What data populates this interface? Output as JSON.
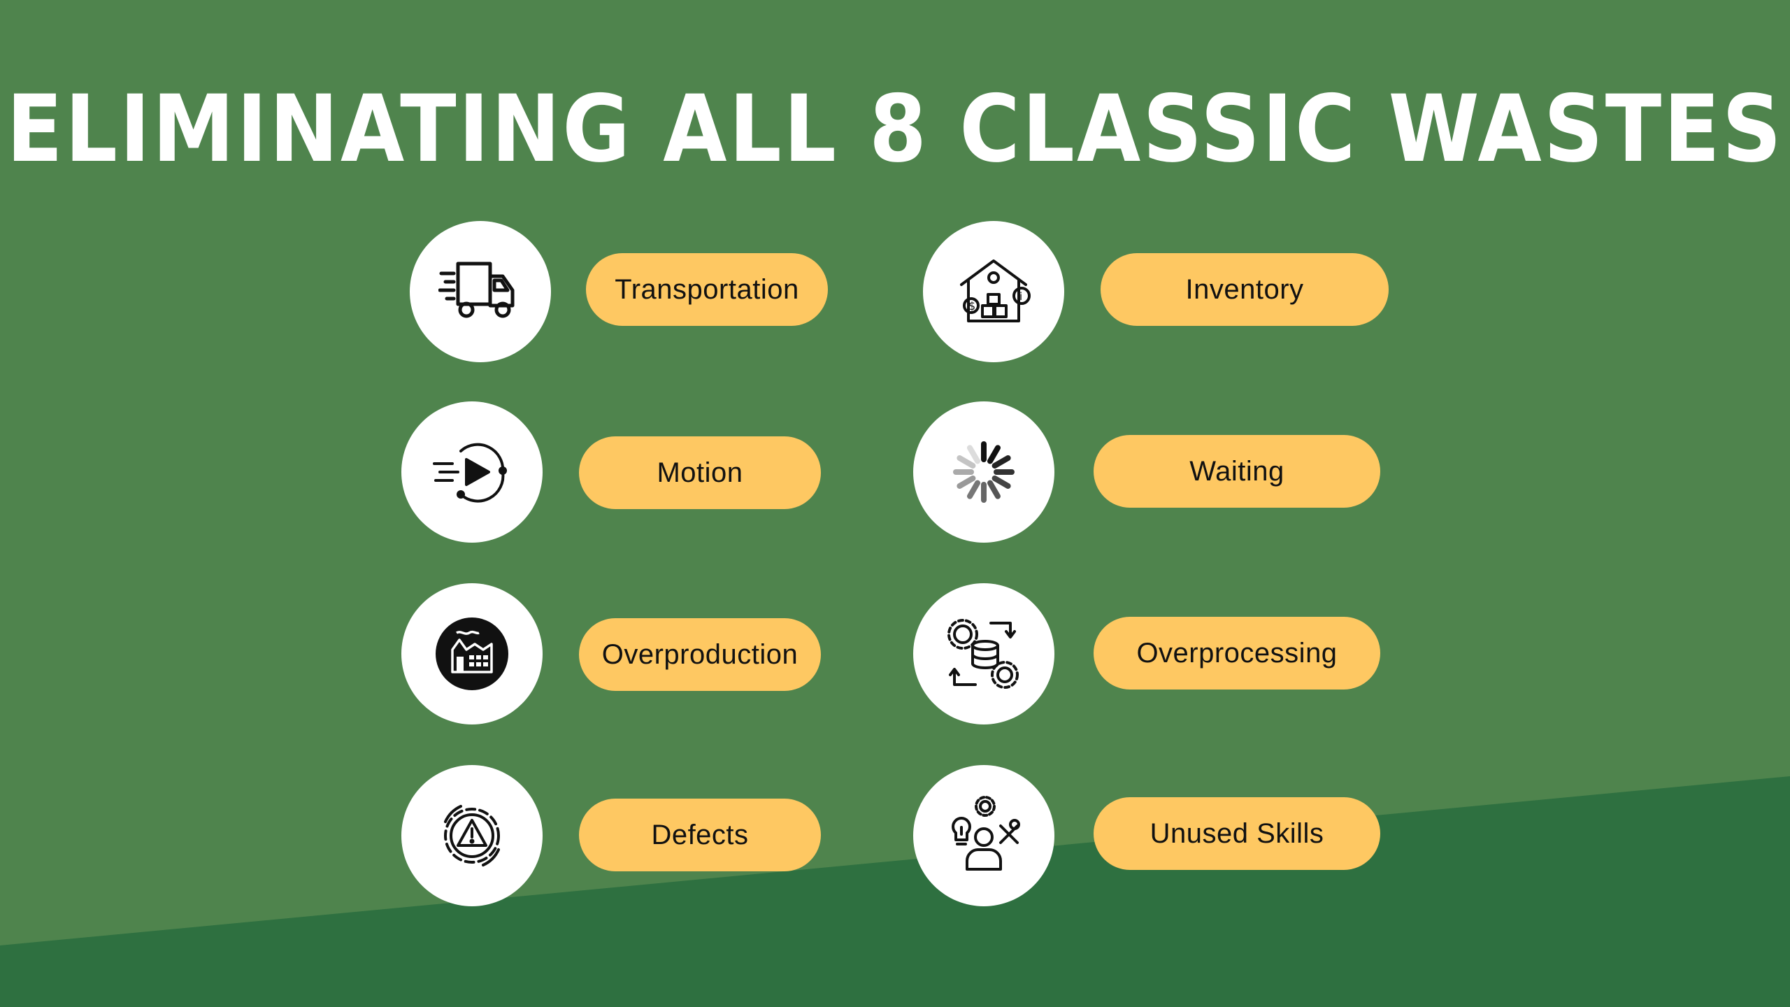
{
  "title": "ELIMINATING ALL 8 CLASSIC WASTES",
  "colors": {
    "background": "#4f844d",
    "background_dark": "#2e7040",
    "pill": "#fec862",
    "circle": "#ffffff",
    "text_title": "#ffffff",
    "text_pill": "#111111"
  },
  "wastes": [
    {
      "label": "Transportation",
      "icon": "truck-icon"
    },
    {
      "label": "Inventory",
      "icon": "warehouse-icon"
    },
    {
      "label": "Motion",
      "icon": "motion-play-icon"
    },
    {
      "label": "Waiting",
      "icon": "loading-spinner-icon"
    },
    {
      "label": "Overproduction",
      "icon": "factory-icon"
    },
    {
      "label": "Overprocessing",
      "icon": "gears-database-icon"
    },
    {
      "label": "Defects",
      "icon": "gear-warning-icon"
    },
    {
      "label": "Unused Skills",
      "icon": "person-skills-icon"
    }
  ]
}
